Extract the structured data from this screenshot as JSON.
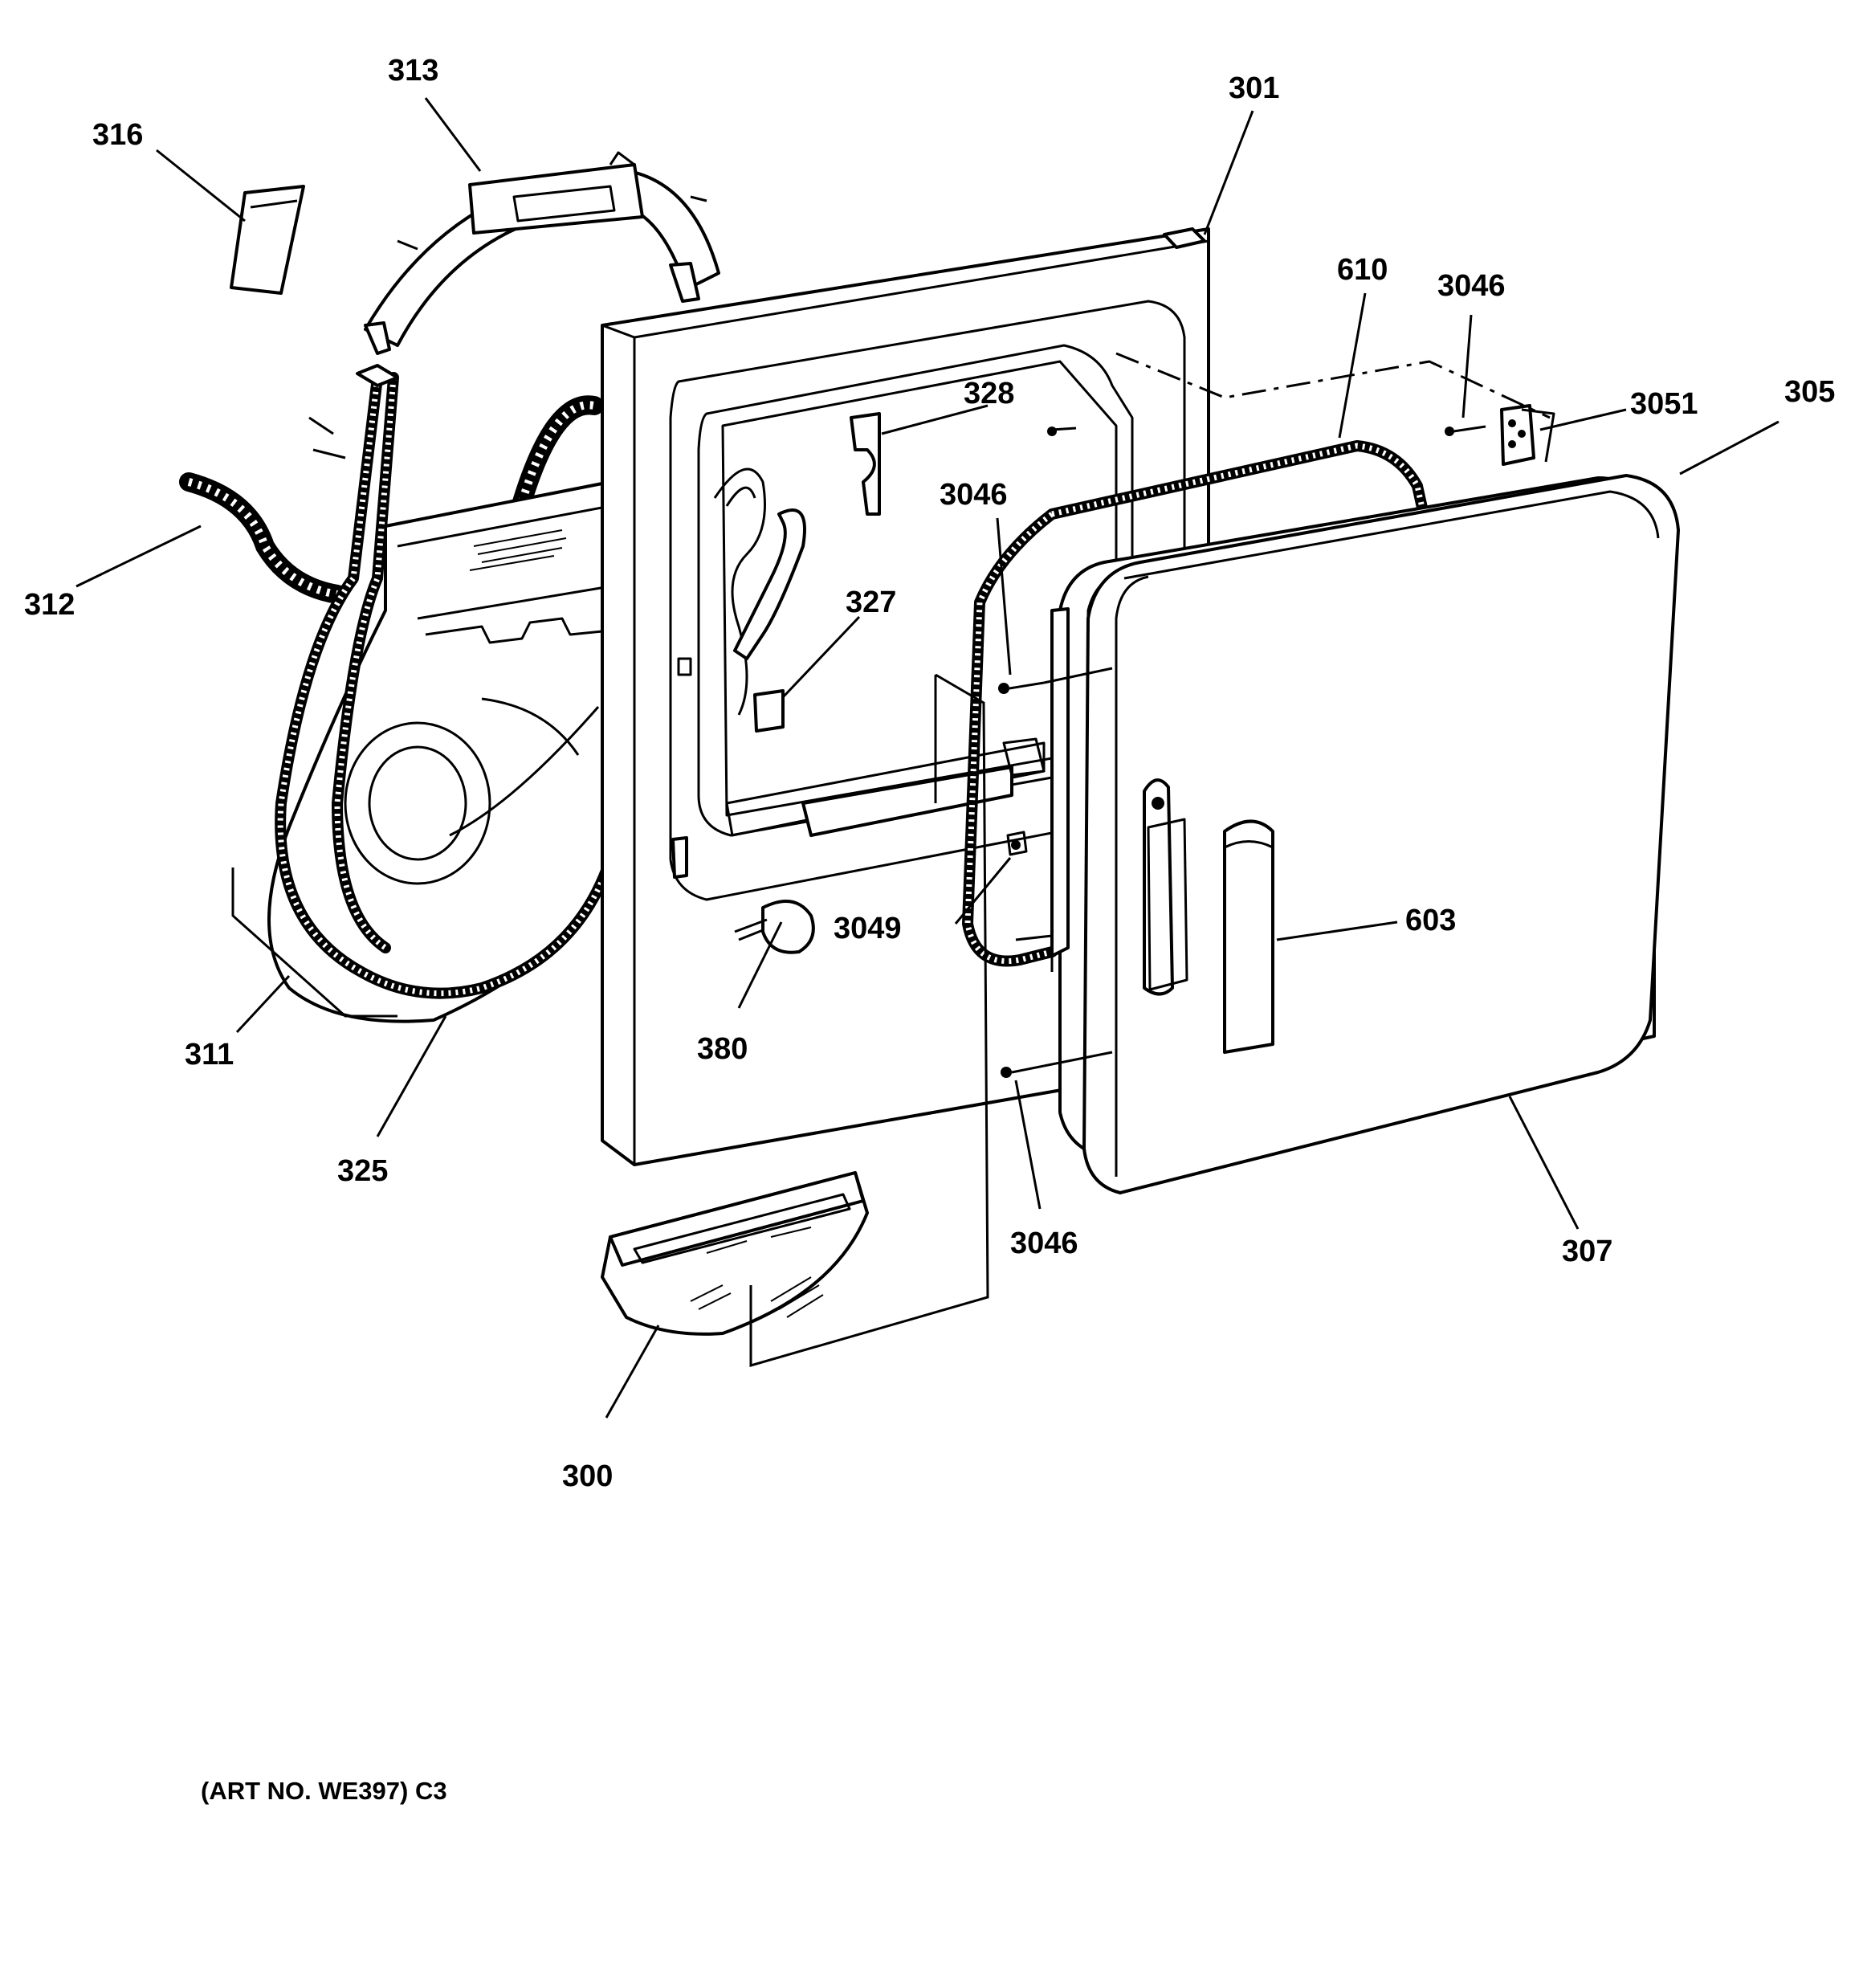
{
  "callouts": {
    "c316": "316",
    "c313": "313",
    "c301": "301",
    "c610": "610",
    "c3046_top": "3046",
    "c3051": "3051",
    "c305": "305",
    "c328": "328",
    "c3046_mid": "3046",
    "c312": "312",
    "c327": "327",
    "c603": "603",
    "c3049": "3049",
    "c380": "380",
    "c311": "311",
    "c325": "325",
    "c3046_bot": "3046",
    "c307": "307",
    "c300": "300"
  },
  "footer": {
    "art_no": "(ART NO. WE397) C3"
  }
}
